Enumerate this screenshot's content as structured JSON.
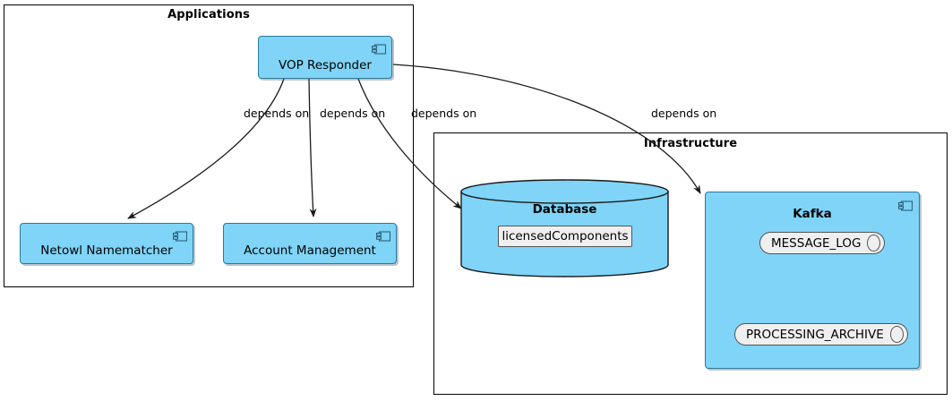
{
  "diagram": {
    "type": "uml-component-diagram",
    "background": "#ffffff",
    "component_fill": "#7FD4F7",
    "component_stroke": "#2b7a99",
    "chip_fill": "#efefef",
    "chip_stroke": "#555555",
    "edge_stroke": "#1a1a1a"
  },
  "packages": [
    {
      "id": "applications",
      "title": "Applications"
    },
    {
      "id": "infrastructure",
      "title": "Infrastructure"
    }
  ],
  "components": {
    "vop_responder": {
      "label": "VOP Responder",
      "icon": "component-icon"
    },
    "netowl_namematcher": {
      "label": "Netowl Namematcher",
      "icon": "component-icon"
    },
    "account_management": {
      "label": "Account Management",
      "icon": "component-icon"
    },
    "kafka": {
      "label": "Kafka",
      "icon": "component-icon"
    }
  },
  "database": {
    "title": "Database",
    "artifacts": [
      {
        "label": "licensedComponents",
        "shape": "rectangle"
      }
    ]
  },
  "kafka_topics": [
    {
      "label": "MESSAGE_LOG",
      "shape": "queue"
    },
    {
      "label": "PROCESSING_ARCHIVE",
      "shape": "queue"
    }
  ],
  "edges": [
    {
      "id": "e1",
      "from": "VOP Responder",
      "to": "Netowl Namematcher",
      "label": "depends on"
    },
    {
      "id": "e2",
      "from": "VOP Responder",
      "to": "Account Management",
      "label": "depends on"
    },
    {
      "id": "e3",
      "from": "VOP Responder",
      "to": "Database",
      "label": "depends on"
    },
    {
      "id": "e4",
      "from": "VOP Responder",
      "to": "Kafka",
      "label": "depends on"
    }
  ]
}
